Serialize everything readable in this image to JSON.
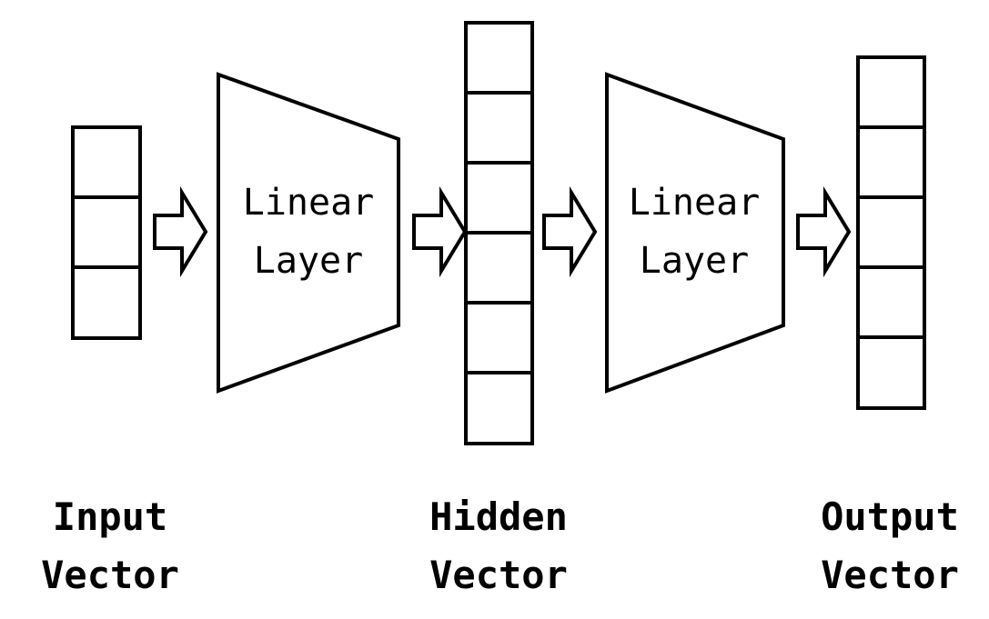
{
  "layers": [
    {
      "line1": "Linear",
      "line2": "Layer"
    },
    {
      "line1": "Linear",
      "line2": "Layer"
    }
  ],
  "vectors": [
    {
      "label_line1": "Input",
      "label_line2": "Vector",
      "cells": 3
    },
    {
      "label_line1": "Hidden",
      "label_line2": "Vector",
      "cells": 6
    },
    {
      "label_line1": "Output",
      "label_line2": "Vector",
      "cells": 5
    }
  ],
  "colors": {
    "stroke": "#000000",
    "background": "#ffffff"
  }
}
